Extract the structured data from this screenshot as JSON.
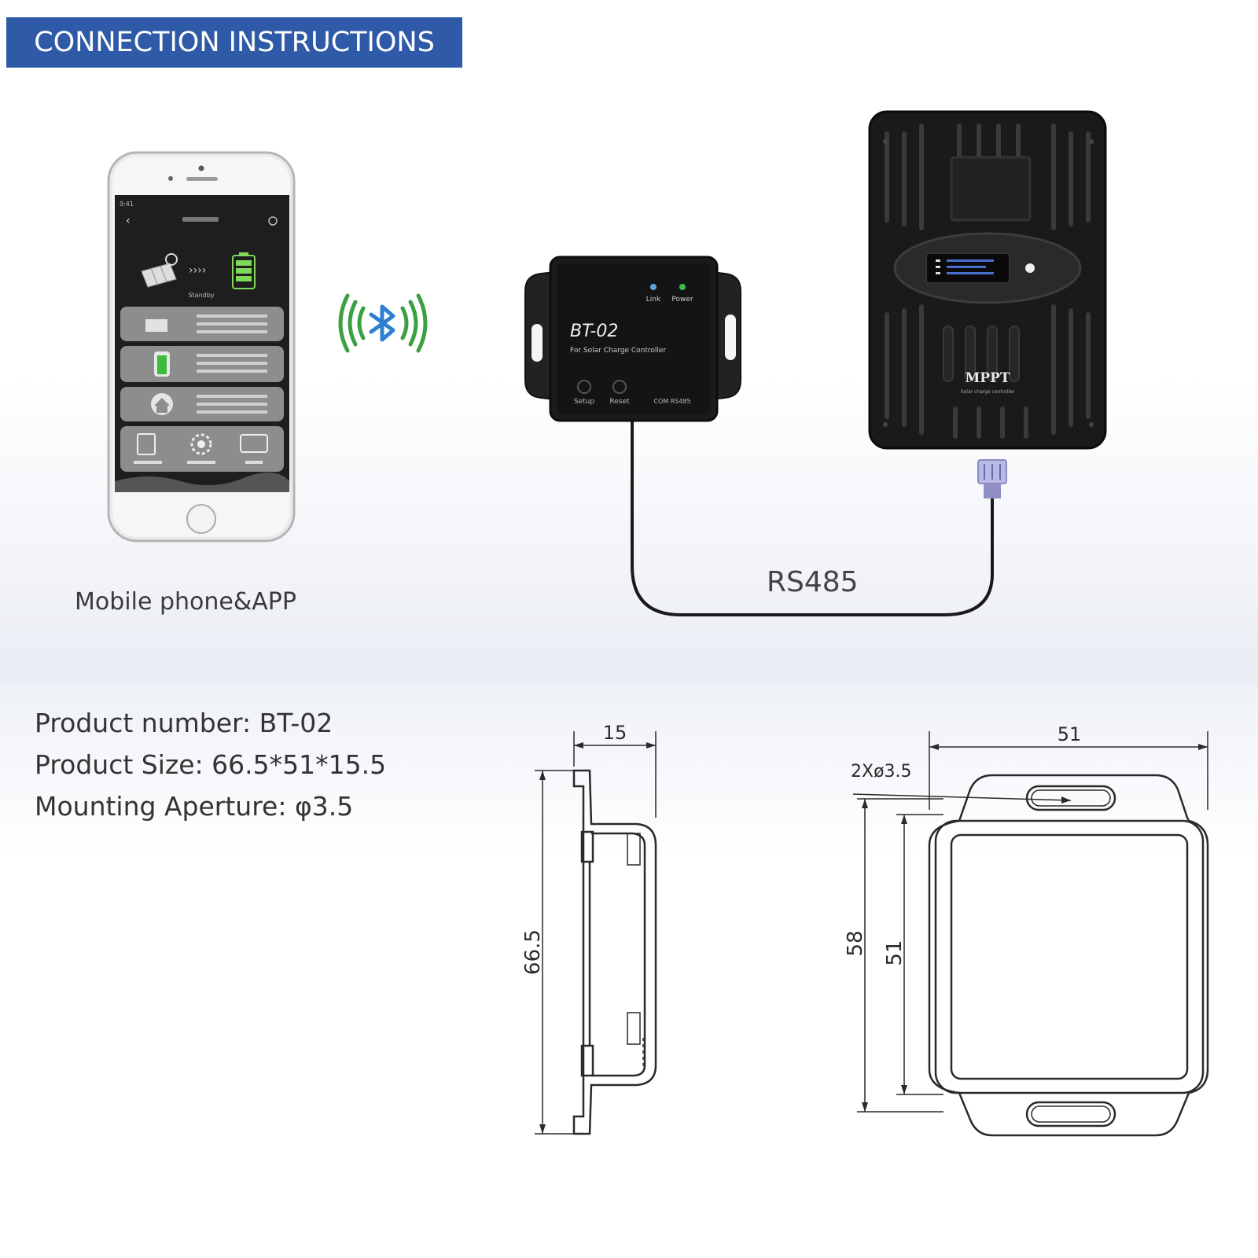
{
  "header": {
    "title": "CONNECTION INSTRUCTIONS"
  },
  "phone": {
    "caption": "Mobile phone&APP",
    "screen_status": "Standby"
  },
  "module": {
    "model": "BT-02",
    "subtitle": "For Solar Charge Controller",
    "led_link": "Link",
    "led_power": "Power",
    "btn_setup": "Setup",
    "btn_reset": "Reset",
    "port_label": "COM RS485"
  },
  "controller": {
    "brand": "MPPT",
    "subtitle": "Solar charge controller"
  },
  "cable": {
    "label": "RS485"
  },
  "specs": {
    "product_number": "Product number:  BT-02",
    "product_size": "Product Size:  66.5*51*15.5",
    "mounting_aperture": "Mounting Aperture:  φ3.5"
  },
  "drawing": {
    "side_width": "15",
    "side_height": "66.5",
    "front_width": "51",
    "hole_spec": "2Xø3.5",
    "front_height_outer": "58",
    "front_height_inner": "51"
  },
  "colors": {
    "banner": "#2f5aa8",
    "bluetooth_green": "#3aa040",
    "bluetooth_blue": "#2f7fd0",
    "device_black": "#1a1a1a"
  }
}
